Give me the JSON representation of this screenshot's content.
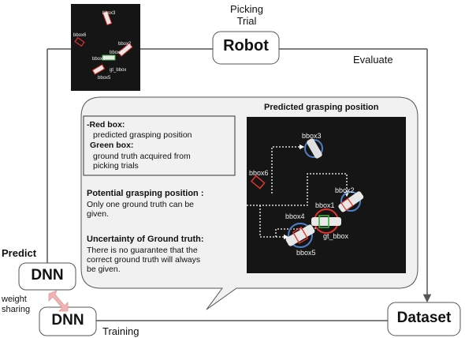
{
  "nodes": {
    "robot": "Robot",
    "dnn_top": "DNN",
    "dnn_bottom": "DNN",
    "dataset": "Dataset"
  },
  "edge_labels": {
    "picking_trial": "Picking\nTrial",
    "evaluate": "Evaluate",
    "predict": "Predict",
    "weight_sharing": "weight\nsharing",
    "training": "Training"
  },
  "bubble": {
    "photo_title": "Predicted grasping position",
    "legend": {
      "red_box_title": "-Red box:",
      "red_box_desc": "predicted grasping position",
      "green_box_title": "Green box:",
      "green_box_desc": "ground truth acquired from\npicking trials"
    },
    "potential": {
      "title": "Potential grasping position :",
      "desc": "Only one ground truth can be\ngiven."
    },
    "uncertainty": {
      "title": "Uncertainty of Ground truth:",
      "desc": "There is no guarantee that the\ncorrect ground truth will always\nbe given."
    }
  },
  "large_photo_labels": [
    "bbox3",
    "bbox6",
    "bbox2",
    "bbox1",
    "bbox4",
    "gt_bbox",
    "bbox5"
  ],
  "thumb_photo_labels": [
    "bbox3",
    "bbox6",
    "bbox2",
    "bbox4",
    "bbox1",
    "gt_bbox",
    "bbox5"
  ],
  "colors": {
    "photo_bg": "#151515",
    "bubble_fill": "#f1f1f1",
    "red_box": "#e0342c",
    "green_box": "#3fae3f",
    "object_circle": "#4f80c5",
    "sharing_arrow": "#f0b3b3"
  }
}
